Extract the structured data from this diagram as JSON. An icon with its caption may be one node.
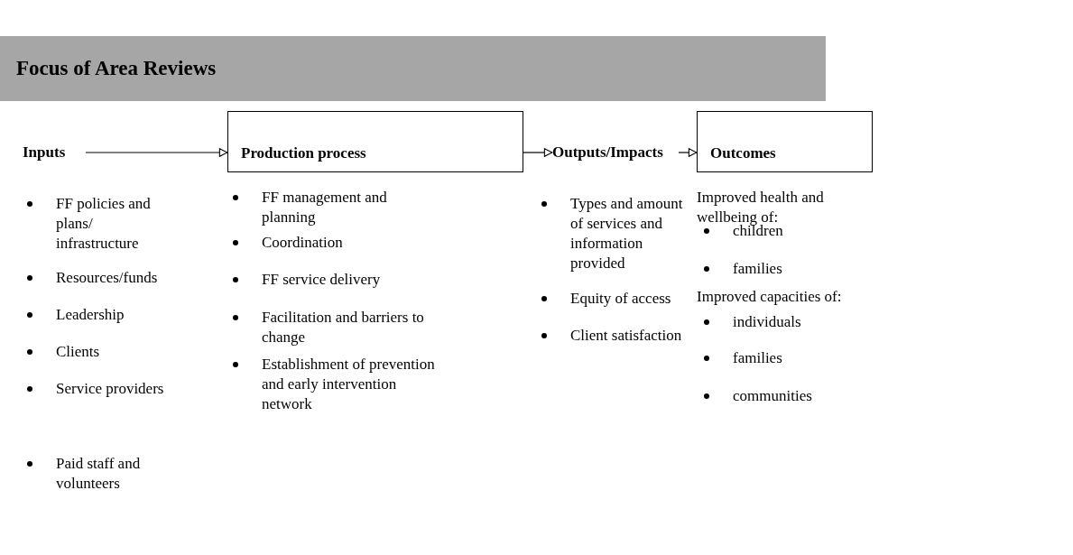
{
  "diagram": {
    "title": "Focus of Area Reviews",
    "nodes": [
      {
        "text": [
          "Inputs"
        ]
      },
      {
        "text": [
          "Production process"
        ]
      },
      {
        "text": [
          "Outputs/Impacts"
        ]
      },
      {
        "text": [
          "Outcomes"
        ]
      }
    ],
    "edges": [
      {
        "from": 0,
        "to": 1,
        "arrow": "to"
      },
      {
        "from": 1,
        "to": 2,
        "arrow": "to"
      },
      {
        "from": 2,
        "to": 3,
        "arrow": "to"
      }
    ],
    "labels": [
      "FF policies and plans/ infrastructure",
      "Resources/funds",
      "Leadership",
      "Clients",
      "Service providers",
      "Paid staff and volunteers",
      "FF management and planning",
      "Coordination",
      "FF service delivery",
      "Facilitation and barriers to change",
      "Establishment of prevention and early intervention network",
      "Types and amount of services and information provided",
      "Equity of access",
      "Client satisfaction",
      "Improved health and wellbeing of:",
      "children",
      "families",
      "Improved capacities of:",
      "individuals",
      "families",
      "communities"
    ]
  }
}
